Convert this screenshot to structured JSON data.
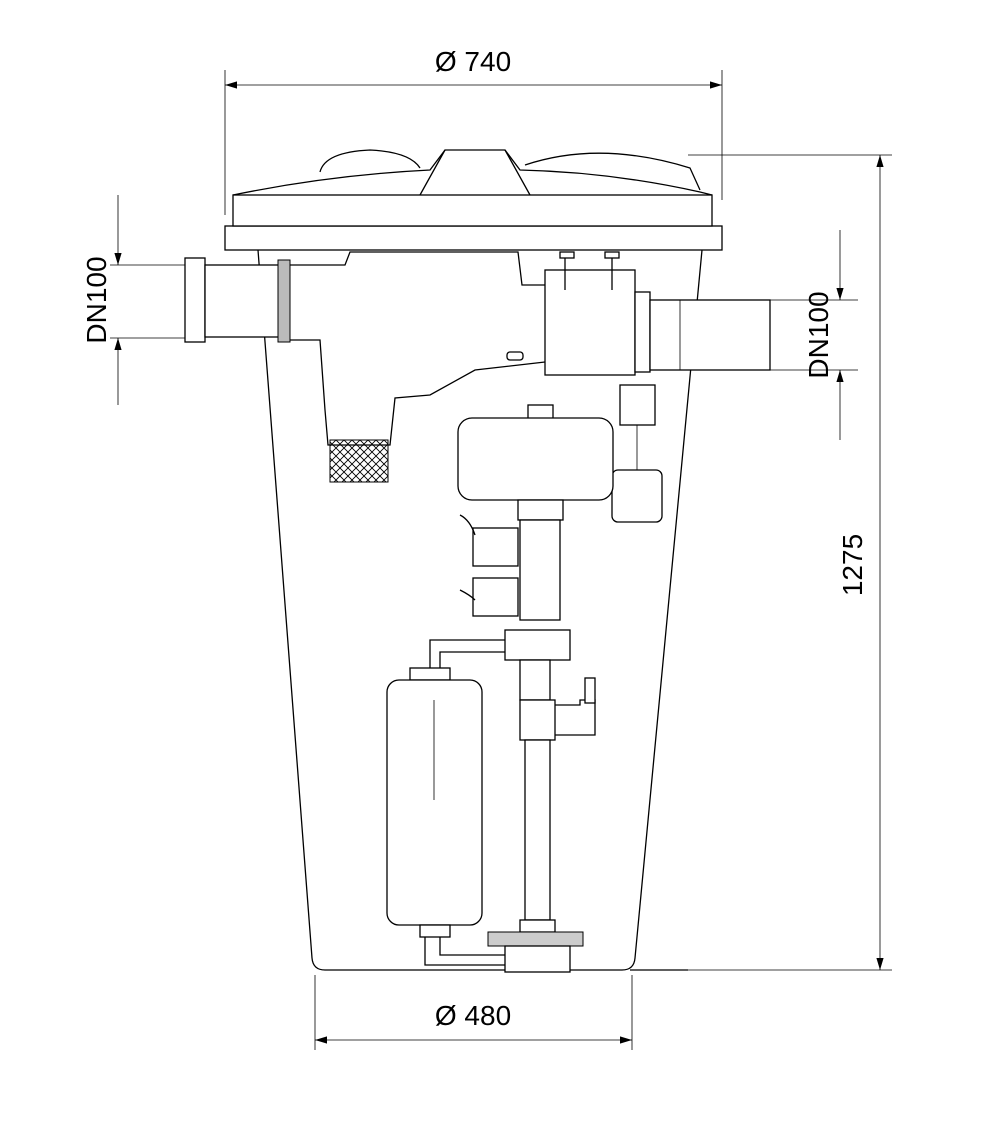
{
  "dimensions": {
    "top_diameter": "Ø 740",
    "bottom_diameter": "Ø 480",
    "height": "1275",
    "inlet": "DN100",
    "outlet": "DN100"
  },
  "colors": {
    "line": "#000000",
    "background": "#ffffff",
    "accent": "#e040e0"
  }
}
